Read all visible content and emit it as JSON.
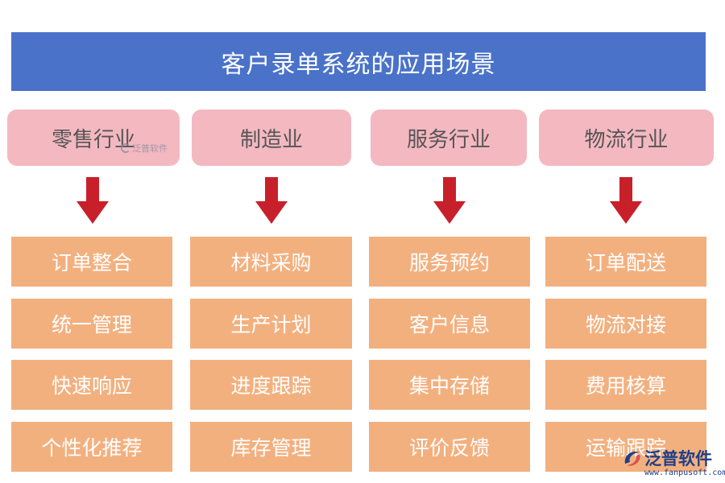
{
  "title": "客户录单系统的应用场景",
  "columns": [
    {
      "industry": "零售行业",
      "items": [
        "订单整合",
        "统一管理",
        "快速响应",
        "个性化推荐"
      ]
    },
    {
      "industry": "制造业",
      "items": [
        "材料采购",
        "生产计划",
        "进度跟踪",
        "库存管理"
      ]
    },
    {
      "industry": "服务行业",
      "items": [
        "服务预约",
        "客户信息",
        "集中存储",
        "评价反馈"
      ]
    },
    {
      "industry": "物流行业",
      "items": [
        "订单配送",
        "物流对接",
        "费用核算",
        "运输跟踪"
      ]
    }
  ],
  "watermark": {
    "text": "泛普软件"
  },
  "logo": {
    "name": "泛普软件",
    "url": "www.fanpusoft.com"
  },
  "colors": {
    "title_bg": "#4a72c9",
    "industry_bg": "#f4b8c1",
    "item_bg": "#f3b07f",
    "arrow": "#c8202b",
    "logo": "#1e3f8a"
  }
}
